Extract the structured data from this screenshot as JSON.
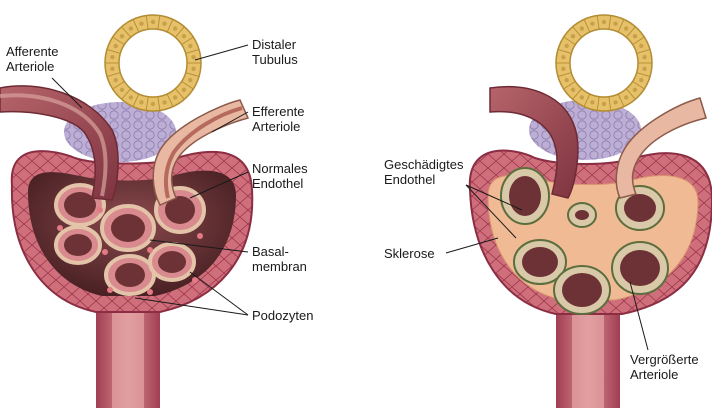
{
  "labels": {
    "afferent": [
      "Afferente",
      "Arteriole"
    ],
    "distal": [
      "Distaler",
      "Tubulus"
    ],
    "efferent": [
      "Efferente",
      "Arteriole"
    ],
    "normal_endothel": [
      "Normales",
      "Endothel"
    ],
    "basal": [
      "Basal-",
      "membran"
    ],
    "podozyten": [
      "Podozyten"
    ],
    "damaged_endothel": [
      "Geschädigtes",
      "Endothel"
    ],
    "sklerose": [
      "Sklerose"
    ],
    "enlarged": [
      "Vergrößerte",
      "Arteriole"
    ]
  },
  "colors": {
    "capsule_outer": "#b9475a",
    "capsule_inner": "#d98a93",
    "tubule": "#e9c86a",
    "tubule_cell": "#f5dfa0",
    "vessel": "#9c4a55",
    "vessel_inner": "#c98a85",
    "podocyte": "#d96b78",
    "space": "#5a2b2e",
    "purple_cells": "#b7a7cf",
    "sclerosis": "#f0c19e",
    "lines": "#1a1a1a"
  }
}
